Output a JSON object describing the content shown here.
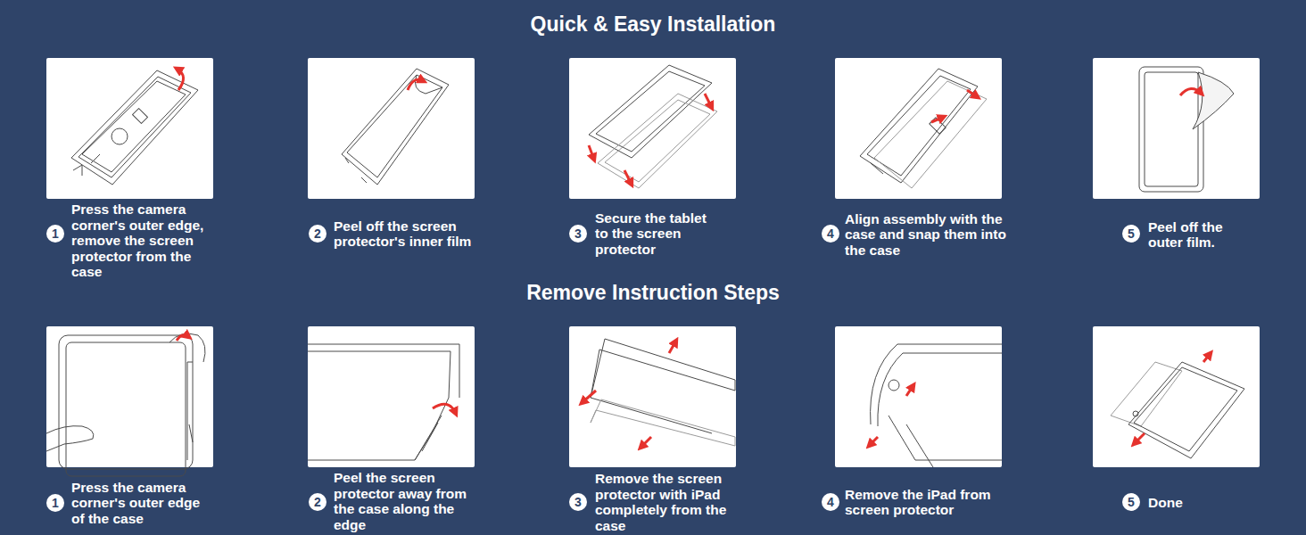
{
  "diagram": {
    "title": "Quick & Easy Installation",
    "nodes": [
      {
        "text": [
          "Press the camera corner's outer edge, remove the screen protector from the case"
        ]
      },
      {
        "text": [
          "1"
        ]
      },
      {
        "text": [
          "Peel off the screen protector's inner film"
        ]
      },
      {
        "text": [
          "2"
        ]
      },
      {
        "text": [
          "Secure the tablet to the screen protector"
        ]
      },
      {
        "text": [
          "3"
        ]
      },
      {
        "text": [
          "Align assembly with the case and snap them into the case"
        ]
      },
      {
        "text": [
          "4"
        ]
      },
      {
        "text": [
          "Peel off the outer film."
        ]
      },
      {
        "text": [
          "5"
        ]
      },
      {
        "text": [
          "Press the camera corner's outer edge of the case"
        ]
      },
      {
        "text": [
          "1"
        ]
      },
      {
        "text": [
          "Peel the screen protector away from the case along the edge"
        ]
      },
      {
        "text": [
          "2"
        ]
      },
      {
        "text": [
          "Remove the screen protector with iPad completely from the case"
        ]
      },
      {
        "text": [
          "3"
        ]
      },
      {
        "text": [
          "Remove the iPad from screen protector"
        ]
      },
      {
        "text": [
          "4"
        ]
      },
      {
        "text": [
          "Done"
        ]
      },
      {
        "text": [
          "5"
        ]
      }
    ],
    "labels": [
      "Remove Instruction Steps"
    ]
  }
}
